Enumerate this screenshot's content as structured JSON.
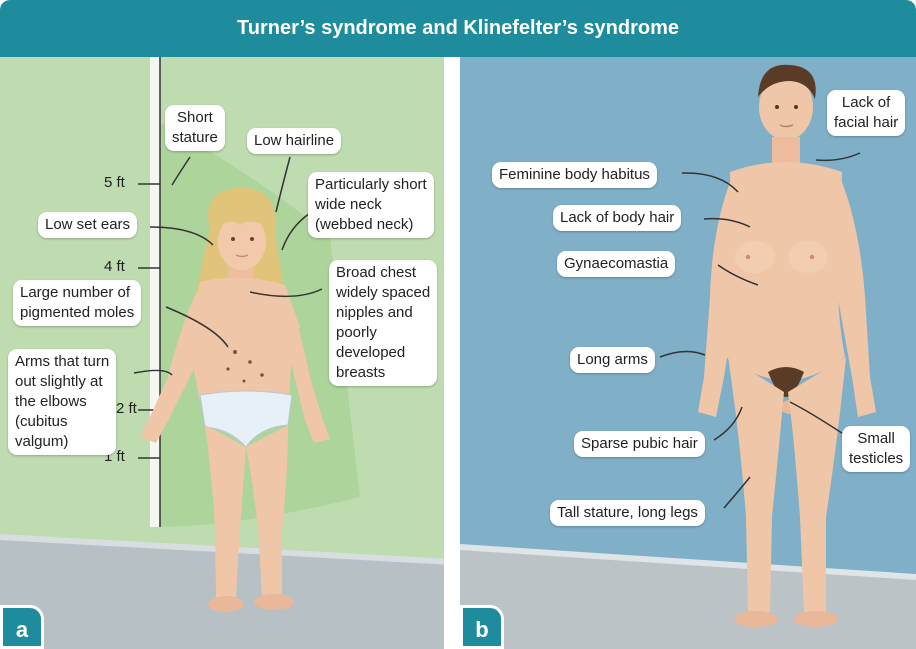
{
  "title": "Turner’s syndrome and Klinefelter’s syndrome",
  "colors": {
    "header": "#1f8c9d",
    "panel_a_wall": "#bfdcb0",
    "panel_b_wall": "#7fb0c8",
    "floor": "#b7c0c4",
    "skin": "#f0c6a8",
    "hair_girl": "#e0c47a",
    "hair_man": "#5a3b25"
  },
  "panel_a": {
    "badge": "a",
    "scale": [
      "5 ft",
      "4 ft",
      "2 ft",
      "1 ft"
    ],
    "callouts": [
      "Short\nstature",
      "Low hairline",
      "Particularly short\nwide neck\n(webbed neck)",
      "Low set ears",
      "Broad chest\nwidely spaced\nnipples and\npoorly\ndeveloped\nbreasts",
      "Large number of\npigmented moles",
      "Arms that turn\nout slightly at\nthe elbows\n(cubitus\nvalgum)"
    ]
  },
  "panel_b": {
    "badge": "b",
    "callouts": [
      "Lack of\nfacial hair",
      "Feminine body habitus",
      "Lack of body hair",
      "Gynaecomastia",
      "Long arms",
      "Sparse pubic hair",
      "Small\ntesticles",
      "Tall stature, long legs"
    ]
  }
}
